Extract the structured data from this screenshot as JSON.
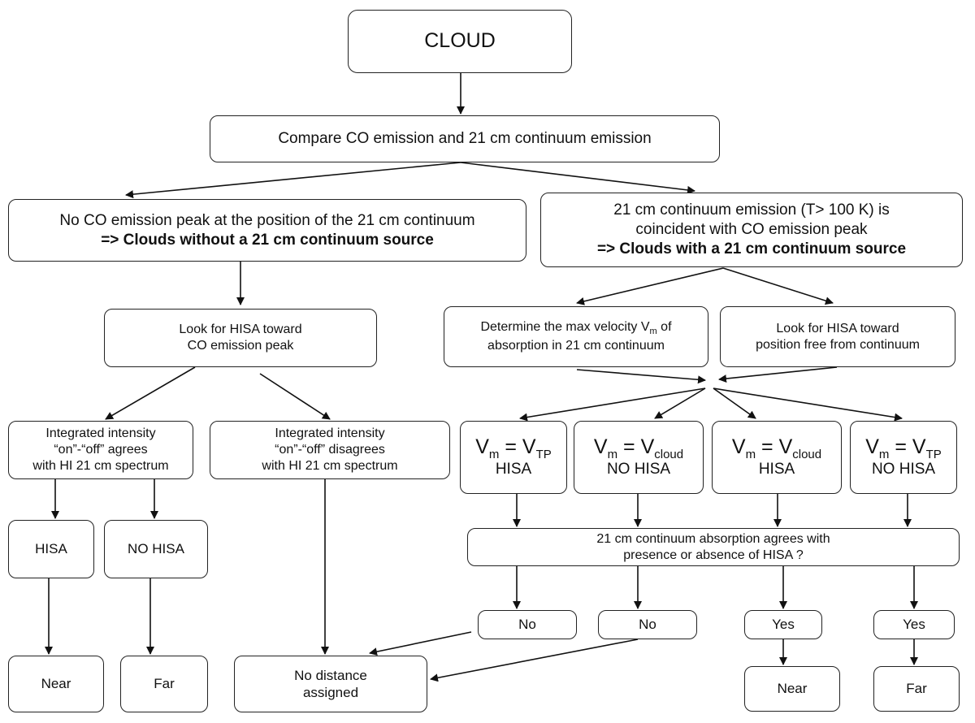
{
  "diagram": {
    "root": "CLOUD",
    "compare": "Compare CO emission and 21 cm continuum emission",
    "left_branch": {
      "line1": "No CO emission peak at the position of the 21 cm continuum",
      "line2": "=> Clouds without a 21 cm continuum source",
      "look": {
        "line1": "Look for HISA toward",
        "line2": "CO emission peak"
      },
      "agrees": {
        "line1": "Integrated intensity",
        "line2": "“on”-“off” agrees",
        "line3": "with HI 21 cm spectrum"
      },
      "disagrees": {
        "line1": "Integrated intensity",
        "line2": "“on”-“off” disagrees",
        "line3": "with HI 21 cm spectrum"
      },
      "hisa": "HISA",
      "no_hisa": "NO HISA",
      "near": "Near",
      "far": "Far",
      "no_distance": {
        "line1": "No distance",
        "line2": "assigned"
      }
    },
    "right_branch": {
      "line1": "21 cm continuum emission (T> 100 K) is",
      "line2": "coincident with CO emission peak",
      "line3": "=> Clouds with a 21 cm continuum source",
      "determine": {
        "line1": "Determine the max velocity V",
        "sub": "m",
        "line1_end": " of",
        "line2": "absorption in 21 cm continuum"
      },
      "look": {
        "line1": "Look for HISA toward",
        "line2": "position free from continuum"
      },
      "cases": [
        {
          "v": "V",
          "v_sub": "m",
          "eq": " = ",
          "rhs": "V",
          "rhs_sub": "TP",
          "note": "HISA"
        },
        {
          "v": "V",
          "v_sub": "m",
          "eq": " = ",
          "rhs": "V",
          "rhs_sub": "cloud",
          "note": "NO HISA"
        },
        {
          "v": "V",
          "v_sub": "m",
          "eq": " = ",
          "rhs": "V",
          "rhs_sub": "cloud",
          "note": "HISA"
        },
        {
          "v": "V",
          "v_sub": "m",
          "eq": " = ",
          "rhs": "V",
          "rhs_sub": "TP",
          "note": "NO HISA"
        }
      ],
      "absorption": {
        "line1": "21 cm continuum absorption agrees with",
        "line2": "presence or absence of HISA ?"
      },
      "answers": [
        "No",
        "No",
        "Yes",
        "Yes"
      ],
      "near": "Near",
      "far": "Far"
    }
  }
}
